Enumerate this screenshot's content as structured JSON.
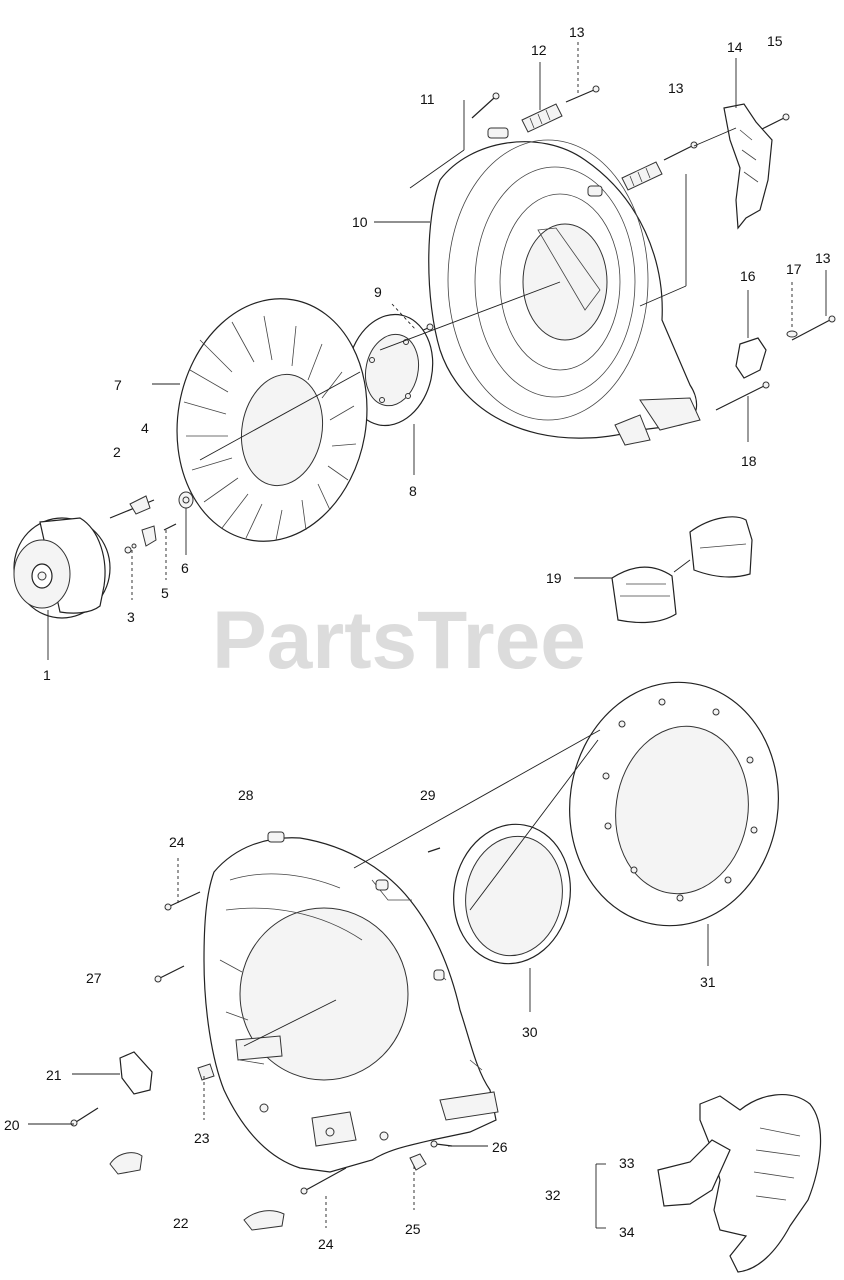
{
  "watermark": "PartsTree",
  "callouts": [
    {
      "id": "c1",
      "text": "1"
    },
    {
      "id": "c2",
      "text": "2"
    },
    {
      "id": "c3",
      "text": "3"
    },
    {
      "id": "c4",
      "text": "4"
    },
    {
      "id": "c5",
      "text": "5"
    },
    {
      "id": "c6",
      "text": "6"
    },
    {
      "id": "c7",
      "text": "7"
    },
    {
      "id": "c8",
      "text": "8"
    },
    {
      "id": "c9",
      "text": "9"
    },
    {
      "id": "c10",
      "text": "10"
    },
    {
      "id": "c11",
      "text": "11"
    },
    {
      "id": "c12",
      "text": "12"
    },
    {
      "id": "c13a",
      "text": "13"
    },
    {
      "id": "c13b",
      "text": "13"
    },
    {
      "id": "c13c",
      "text": "13"
    },
    {
      "id": "c14",
      "text": "14"
    },
    {
      "id": "c15",
      "text": "15"
    },
    {
      "id": "c16",
      "text": "16"
    },
    {
      "id": "c17",
      "text": "17"
    },
    {
      "id": "c18",
      "text": "18"
    },
    {
      "id": "c19",
      "text": "19"
    },
    {
      "id": "c20",
      "text": "20"
    },
    {
      "id": "c21",
      "text": "21"
    },
    {
      "id": "c22",
      "text": "22"
    },
    {
      "id": "c23",
      "text": "23"
    },
    {
      "id": "c24a",
      "text": "24"
    },
    {
      "id": "c24b",
      "text": "24"
    },
    {
      "id": "c25",
      "text": "25"
    },
    {
      "id": "c26",
      "text": "26"
    },
    {
      "id": "c27",
      "text": "27"
    },
    {
      "id": "c28",
      "text": "28"
    },
    {
      "id": "c29",
      "text": "29"
    },
    {
      "id": "c30",
      "text": "30"
    },
    {
      "id": "c31",
      "text": "31"
    },
    {
      "id": "c32",
      "text": "32"
    },
    {
      "id": "c33",
      "text": "33"
    },
    {
      "id": "c34",
      "text": "34"
    }
  ]
}
